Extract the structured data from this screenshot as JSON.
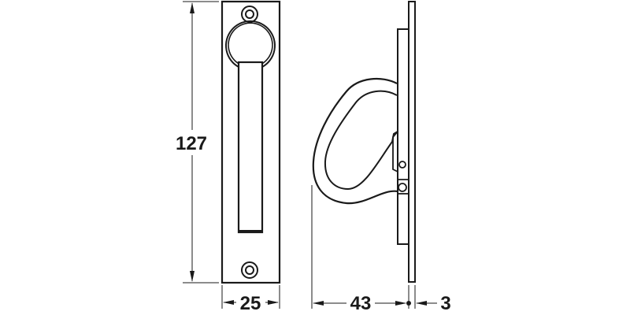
{
  "diagram": {
    "type": "technical-drawing",
    "subject": "flush pull handle with ring",
    "line_color": "#1a1a1a",
    "background": "#ffffff",
    "dimensions": {
      "height": "127",
      "width": "25",
      "projection": "43",
      "plate_thickness": "3"
    },
    "views": [
      "front-view",
      "side-view"
    ]
  }
}
